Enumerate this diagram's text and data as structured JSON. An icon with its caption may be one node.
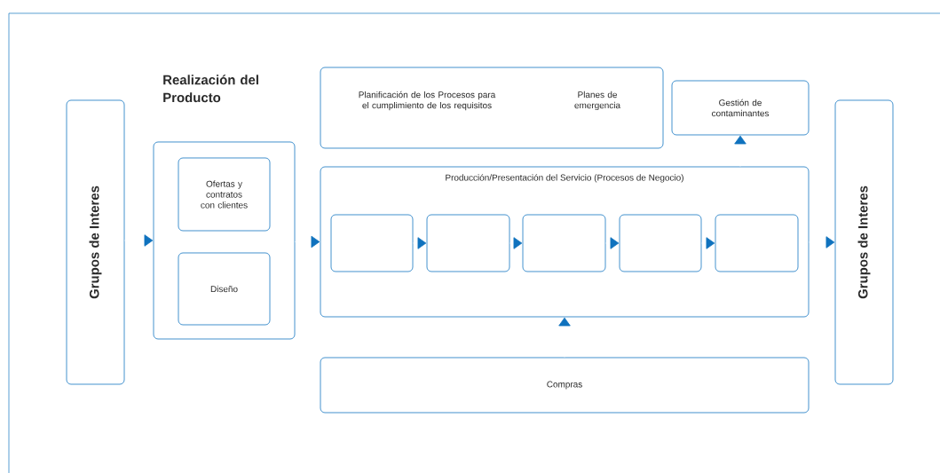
{
  "diagram": {
    "nodes": [
      {
        "text": [
          "Grupos de Interes"
        ]
      },
      {
        "text": [
          "Realización del Producto"
        ]
      },
      {
        "text": [
          "Ofertas y contratos con clientes"
        ],
        "in": 1
      },
      {
        "text": [
          "Diseño"
        ],
        "in": 1
      },
      {
        "text": [
          "Planificación de los Procesos para el cumplimiento de los requisitos",
          "Planes de emergencia"
        ]
      },
      {
        "text": [
          "Gestión de contaminantes"
        ]
      },
      {
        "text": [
          "Producción/Presentación del Servicio (Procesos de Negocio)"
        ]
      },
      {
        "text": [],
        "shape": "box",
        "in": 6
      },
      {
        "text": [],
        "shape": "box",
        "in": 6
      },
      {
        "text": [],
        "shape": "box",
        "in": 6
      },
      {
        "text": [],
        "shape": "box",
        "in": 6
      },
      {
        "text": [],
        "shape": "box",
        "in": 6
      },
      {
        "text": [
          "Grupos de Interes"
        ]
      },
      {
        "text": [
          "Compras"
        ]
      }
    ],
    "edges": [
      {
        "from": 0,
        "to": 1,
        "arrow": "to"
      },
      {
        "from": 1,
        "to": 6,
        "arrow": "to"
      },
      {
        "from": 7,
        "to": 8,
        "arrow": "to"
      },
      {
        "from": 8,
        "to": 9,
        "arrow": "to"
      },
      {
        "from": 9,
        "to": 10,
        "arrow": "to"
      },
      {
        "from": 10,
        "to": 11,
        "arrow": "to"
      },
      {
        "from": 6,
        "to": 12,
        "arrow": "to"
      },
      {
        "from": 13,
        "to": 6,
        "arrow": "to"
      },
      {
        "from": 6,
        "to": 5,
        "arrow": "to"
      }
    ]
  }
}
